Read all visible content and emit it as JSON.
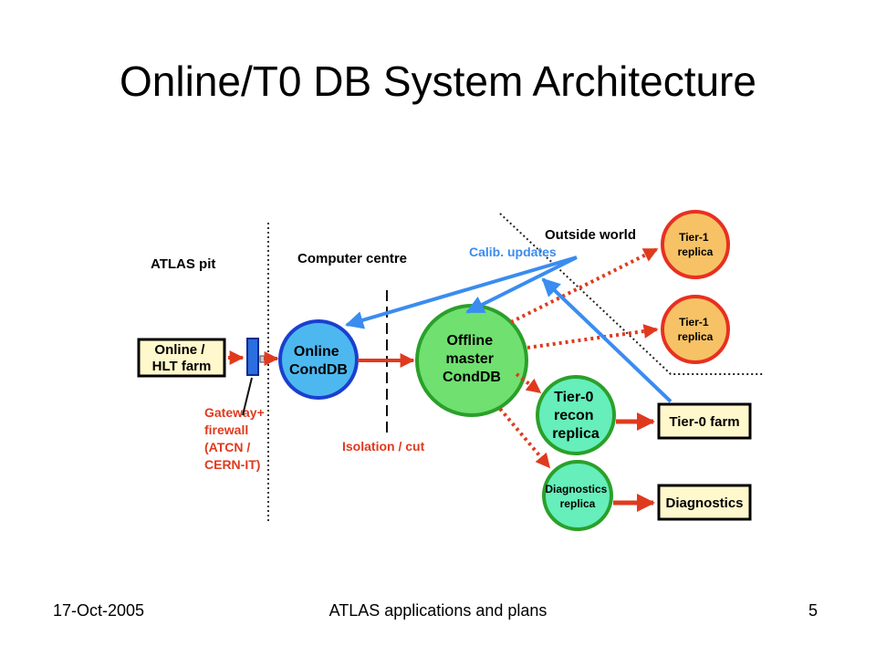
{
  "title": "Online/T0 DB System Architecture",
  "footer": {
    "date": "17-Oct-2005",
    "center": "ATLAS applications and plans",
    "page": "5"
  },
  "diagram": {
    "labels": {
      "atlas_pit": "ATLAS pit",
      "computer_centre": "Computer centre",
      "outside_world": "Outside world",
      "calib_updates": "Calib. updates",
      "isolation_cut": "Isolation / cut",
      "gateway": [
        "Gateway+",
        "firewall",
        "(ATCN /",
        "CERN-IT)"
      ]
    },
    "boxes": {
      "online_hlt": [
        "Online /",
        "HLT farm"
      ],
      "tier0_farm": "Tier-0 farm",
      "diagnostics": "Diagnostics"
    },
    "nodes": {
      "online_conddb": [
        "Online",
        "CondDB"
      ],
      "offline_master": [
        "Offline",
        "master",
        "CondDB"
      ],
      "tier0_recon": [
        "Tier-0",
        "recon",
        "replica"
      ],
      "diag_replica": [
        "Diagnostics",
        "replica"
      ],
      "tier1_a": [
        "Tier-1",
        "replica"
      ],
      "tier1_b": [
        "Tier-1",
        "replica"
      ]
    },
    "colors": {
      "online_fill": "#4db8f0",
      "online_stroke": "#1a3fd0",
      "green_fill": "#70e070",
      "green_stroke": "#2aa02a",
      "teal_fill": "#66eebb",
      "tier1_fill": "#f7c266",
      "tier1_stroke": "#e83020",
      "box_fill": "#fff8cc",
      "red_arrow": "#e03a1e",
      "blue_arrow": "#3a8cf0",
      "label_red": "#e03a1e",
      "label_blue": "#3a8cf0"
    }
  }
}
